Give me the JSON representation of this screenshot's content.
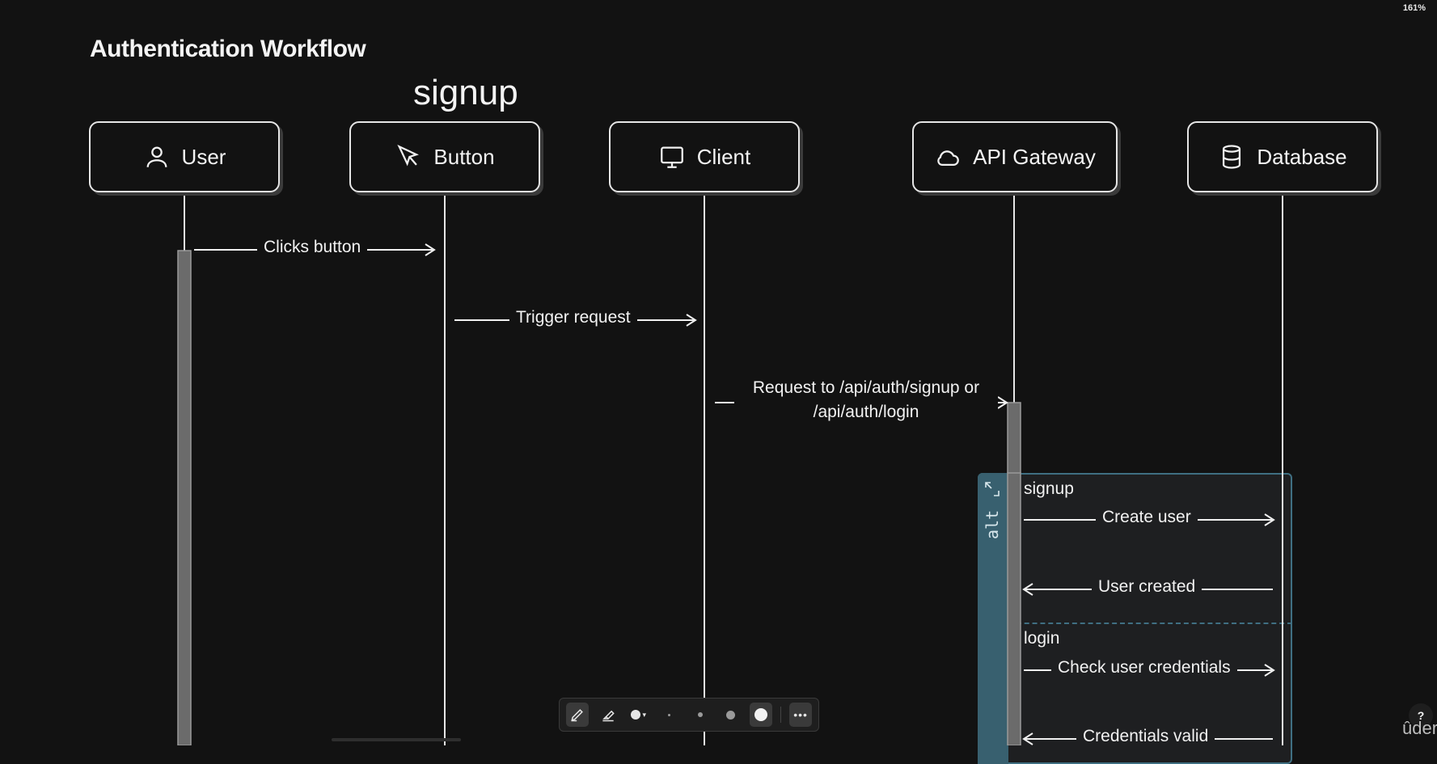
{
  "zoom": "161%",
  "title": "Authentication Workflow",
  "annotation": "signup",
  "participants": [
    {
      "label": "User",
      "icon": "user-icon"
    },
    {
      "label": "Button",
      "icon": "cursor-icon"
    },
    {
      "label": "Client",
      "icon": "monitor-icon"
    },
    {
      "label": "API Gateway",
      "icon": "cloud-icon"
    },
    {
      "label": "Database",
      "icon": "database-icon"
    }
  ],
  "messages": {
    "clicks_button": "Clicks button",
    "trigger_request": "Trigger request",
    "request_to_api": "Request to /api/auth/signup or /api/auth/login"
  },
  "alt": {
    "label": "alt",
    "signup": {
      "label": "signup",
      "create_user": "Create user",
      "user_created": "User created"
    },
    "login": {
      "label": "login",
      "check_credentials": "Check user credentials",
      "credentials_valid": "Credentials valid"
    }
  },
  "toolbar": {
    "tools": [
      "pen-tool",
      "highlighter-tool",
      "color-picker",
      "stroke-size-xs",
      "stroke-size-s",
      "stroke-size-m",
      "stroke-size-l",
      "more-options"
    ]
  },
  "help_label": "?",
  "corner_text": "ûder",
  "colors": {
    "background": "#121212",
    "alt_frame": "#3f6f82",
    "alt_tab": "#38606f"
  }
}
